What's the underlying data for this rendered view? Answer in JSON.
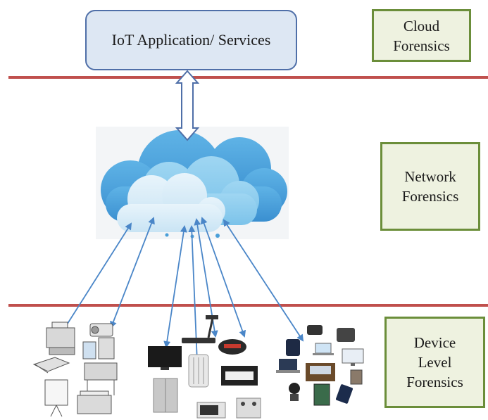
{
  "app": {
    "label": "IoT Application/ Services"
  },
  "layers": {
    "cloud": {
      "line1": "Cloud",
      "line2": "Forensics"
    },
    "network": {
      "line1": "Network",
      "line2": "Forensics"
    },
    "device": {
      "line1": "Device",
      "line2": "Level",
      "line3": "Forensics"
    }
  },
  "colors": {
    "layer_divider": "#c0504d",
    "tag_border": "#6b8e3a",
    "tag_fill": "#eef2e0",
    "app_border": "#4f6fa8",
    "app_fill": "#dde7f3",
    "arrow": "#4a86c8"
  },
  "device_groups": [
    {
      "name": "office-equipment-icons"
    },
    {
      "name": "home-appliance-icons"
    },
    {
      "name": "personal-device-icons"
    }
  ]
}
